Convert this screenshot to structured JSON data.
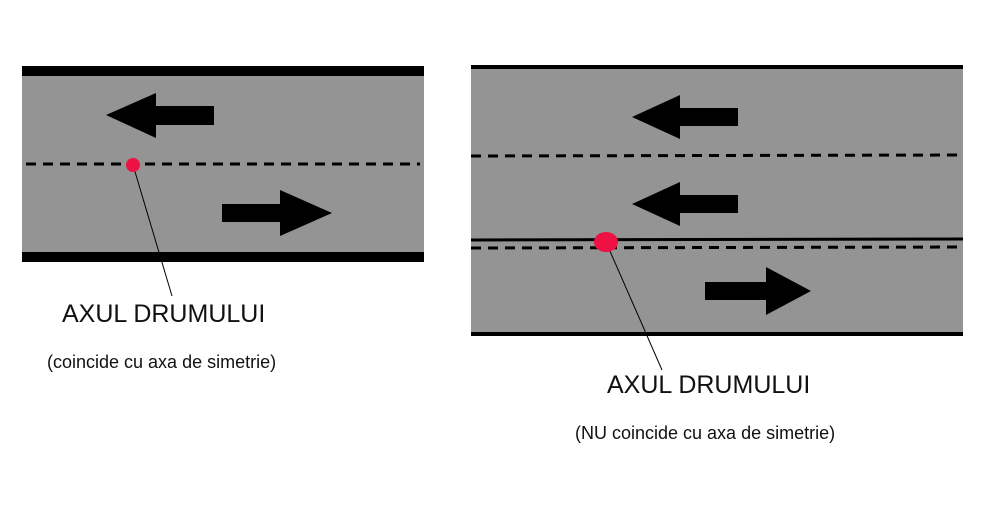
{
  "colors": {
    "road": "#949494",
    "edge": "#000000",
    "marking": "#000000",
    "axis_point": "#ee1144"
  },
  "left_diagram": {
    "lanes": 2,
    "arrows": [
      "left",
      "right"
    ],
    "title": "AXUL DRUMULUI",
    "subtitle": "(coincide cu axa de simetrie)"
  },
  "right_diagram": {
    "lanes": 3,
    "arrows": [
      "left",
      "left",
      "right"
    ],
    "title": "AXUL DRUMULUI",
    "subtitle": "(NU coincide cu axa de simetrie)"
  }
}
